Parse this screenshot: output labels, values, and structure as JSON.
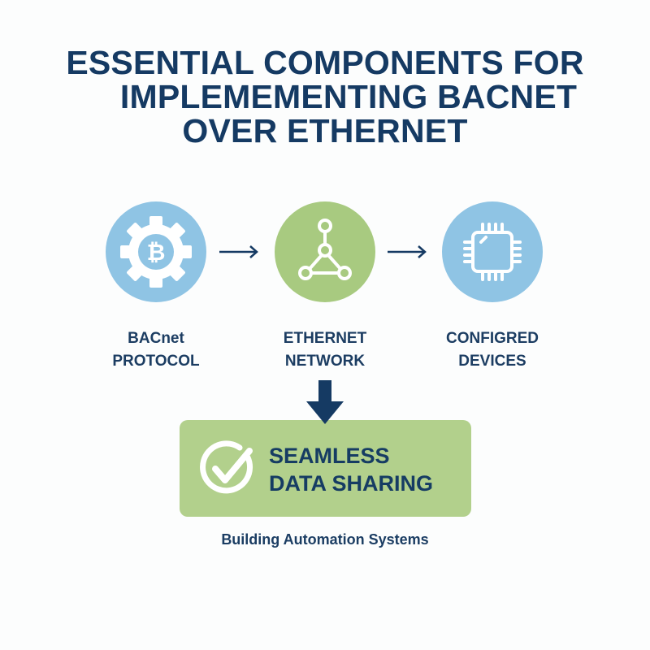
{
  "title": {
    "lines": [
      "ESSENTIAL COMPONENTS FOR",
      "IMPLEMEMENTING BACNET",
      "OVER ETHERNET"
    ]
  },
  "components": [
    {
      "icon": "gear-bitcoin-icon",
      "line1": "BACnet",
      "line2": "PROTOCOL",
      "color": "#8fc4e4"
    },
    {
      "icon": "network-nodes-icon",
      "line1": "ETHERNET",
      "line2": "NETWORK",
      "color": "#a8ca80"
    },
    {
      "icon": "microchip-icon",
      "line1": "CONFIGRED",
      "line2": "DEVICES",
      "color": "#8fc4e4"
    }
  ],
  "result": {
    "icon": "check-circle-icon",
    "line1": "SEAMLESS",
    "line2": "DATA SHARING",
    "color": "#b2d08c"
  },
  "subtitle": "Building Automation Systems",
  "colors": {
    "navy": "#153a63",
    "blue": "#8fc4e4",
    "green": "#a8ca80"
  }
}
